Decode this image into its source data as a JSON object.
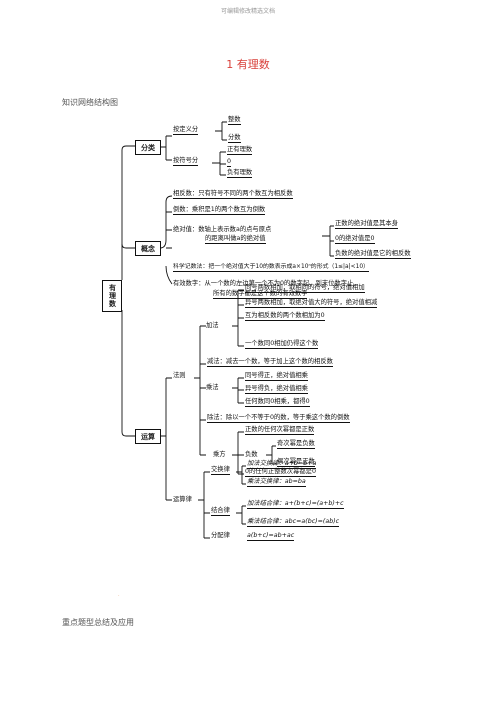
{
  "header": "可编辑修改精选文档",
  "title": "1 有理数",
  "section1": "知识网络结构图",
  "section2": "重点题型总结及应用",
  "root": "有理数",
  "classify": {
    "label": "分类",
    "by_definition": "按定义分",
    "def_items": [
      "整数",
      "分数"
    ],
    "by_sign": "按符号分",
    "sign_items": [
      "正有理数",
      "0",
      "负有理数"
    ]
  },
  "concept": {
    "label": "概念",
    "opposite": "相反数：只有符号不同的两个数互为相反数",
    "reciprocal": "倒数：乘积是1的两个数互为倒数",
    "abs_line1": "绝对值：数轴上表示数a的点与原点",
    "abs_line2": "的距离叫做a的绝对值",
    "abs_items": [
      "正数的绝对值是其本身",
      "0的绝对值是0",
      "负数的绝对值是它的相反数"
    ],
    "sci": "科学记数法：把一个绝对值大于10的数表示成a×10ⁿ的形式（1≤|a|<10）",
    "sig1": "有效数字：从一个数的左边第一个不为0的数字起，到末位数字止，",
    "sig2": "所有的数字都是这个数的有效数字"
  },
  "operation": {
    "label": "运算",
    "rules": "法则",
    "add": "加法",
    "add_items": [
      "同号两数相加，取相同的符号，绝对值相加",
      "异号两数相加，取绝对值大的符号，绝对值相减",
      "互为相反数的两个数相加为0",
      "一个数同0相加仍得这个数"
    ],
    "sub": "减法：减去一个数，等于加上这个数的相反数",
    "mul": "乘法",
    "mul_items": [
      "同号得正，绝对值相乘",
      "异号得负，绝对值相乘",
      "任何数同0相乘，都得0"
    ],
    "div": "除法：除以一个不等于0的数，等于乘这个数的倒数",
    "pow": "乘方",
    "pow_pos": "正数的任何次幂都是正数",
    "pow_neg": "负数",
    "pow_neg_items": [
      "奇次幂是负数",
      "偶次幂是正数"
    ],
    "pow_zero": "0的任何正整数次幂都是0",
    "laws": "运算律",
    "comm": "交换律",
    "comm_items": [
      "加法交换律：a+b=b+a",
      "乘法交换律：ab=ba"
    ],
    "assoc": "结合律",
    "assoc_items": [
      "加法结合律：a+(b+c)=(a+b)+c",
      "乘法结合律：abc=a(bc)=(ab)c"
    ],
    "dist": "分配律",
    "dist_item": "a(b+c)=ab+ac"
  }
}
